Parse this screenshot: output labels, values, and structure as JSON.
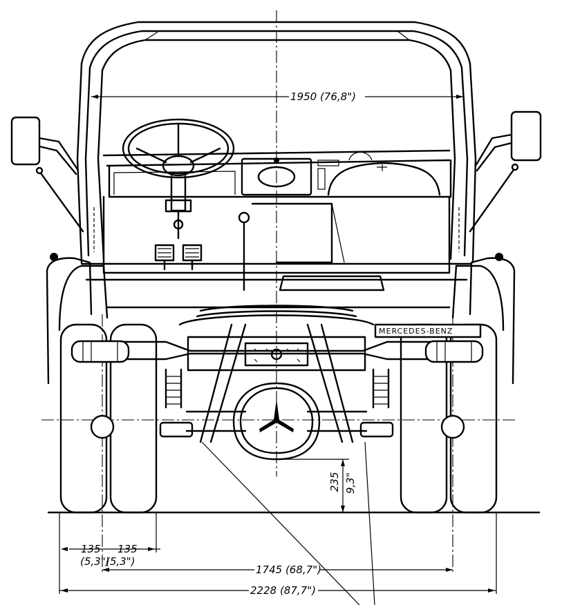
{
  "brand_plate": "MERCEDES-BENZ",
  "dimensions": {
    "cab_width": "1950 (76,8\")",
    "ground_clearance_mm": "235",
    "ground_clearance_in": "9,3\"",
    "wheel_offset_left": "135",
    "wheel_offset_right": "135",
    "wheel_offset_left_in": "(5,3\")",
    "wheel_offset_right_in": "(5,3\")",
    "track_width": "1745 (68,7\")",
    "overall_width": "2228 (87,7\")"
  }
}
